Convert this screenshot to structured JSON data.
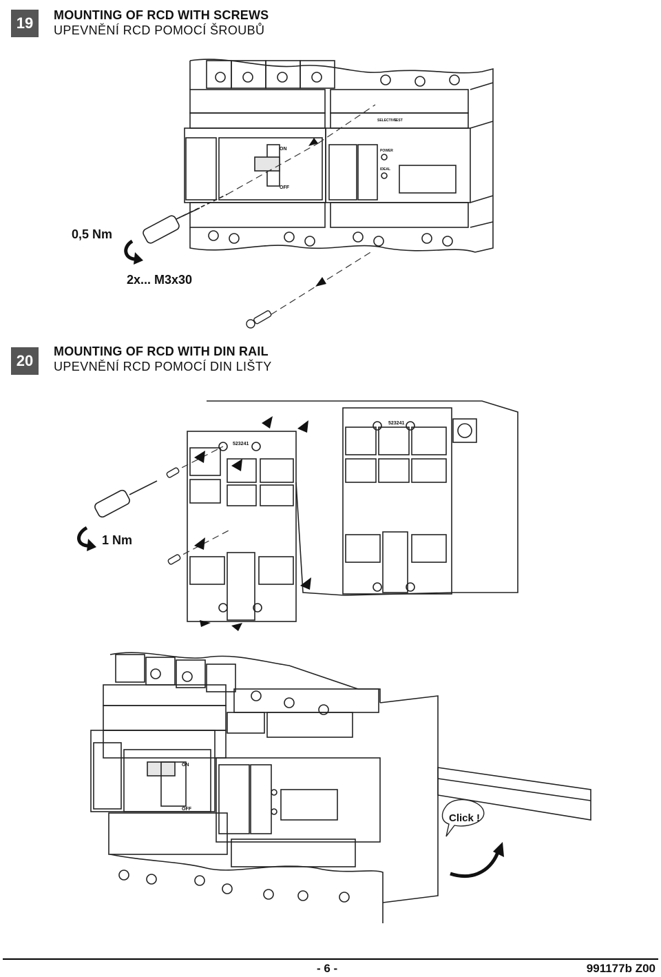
{
  "step19": {
    "number": "19",
    "title_en": "MOUNTING OF RCD WITH SCREWS",
    "title_cz": "UPEVNĚNÍ RCD POMOCÍ ŠROUBŮ",
    "torque": "0,5 Nm",
    "screws": "2x... M3x30",
    "device_labels": {
      "on": "ON",
      "off": "OFF",
      "selectivity": "SELECTIVE",
      "test": "TEST",
      "power": "POWER",
      "ideal": "IDEAL"
    }
  },
  "step20": {
    "number": "20",
    "title_en": "MOUNTING OF RCD WITH DIN RAIL",
    "title_cz": "UPEVNĚNÍ RCD POMOCÍ DIN LIŠTY",
    "torque": "1 Nm",
    "part_code": "523241",
    "click_label": "Click !",
    "device_labels": {
      "on": "ON",
      "off": "OFF"
    }
  },
  "footer": {
    "page": "- 6 -",
    "doc_code": "991177b  Z00"
  }
}
